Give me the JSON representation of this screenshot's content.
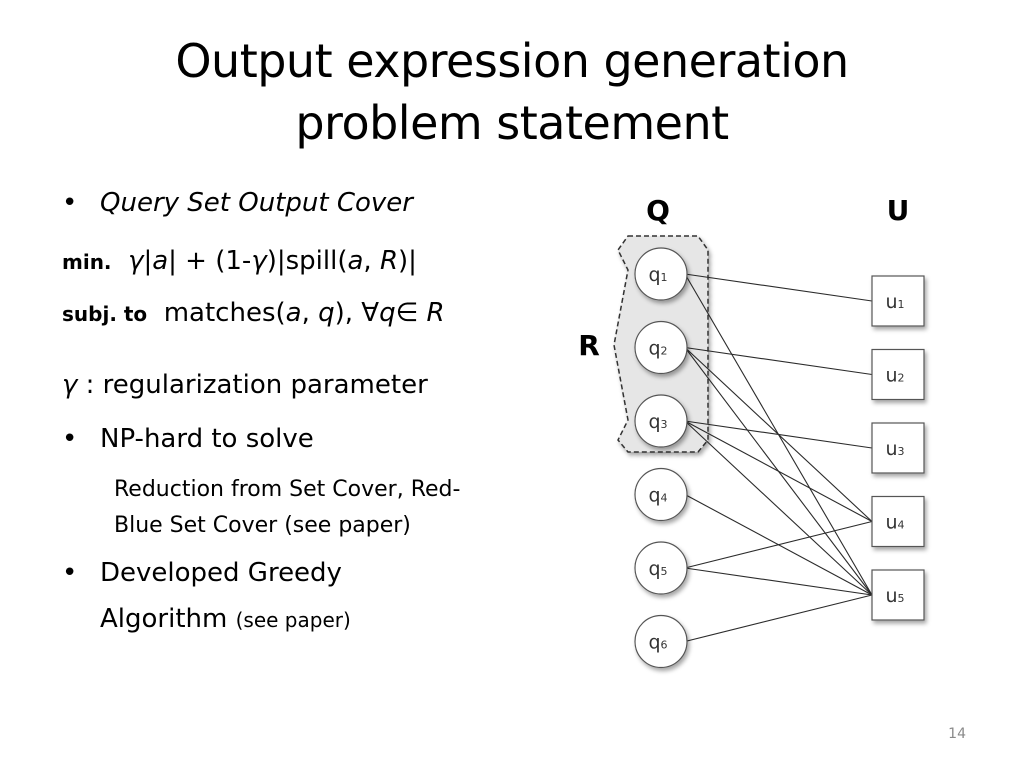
{
  "slide": {
    "title_line1": "Output expression generation",
    "title_line2": "problem statement",
    "page_number": "14"
  },
  "content": {
    "bullet1": "Query Set Output Cover",
    "min_label": "min.",
    "min_expr": "γ|a| + (1-γ)|spill(a, R)|",
    "subj_label": "subj. to",
    "subj_expr": "matches(a, q), ∀q∈ R",
    "gamma_line": "γ : regularization parameter",
    "bullet2": "NP-hard to solve",
    "sub1_line1": "Reduction from Set Cover, Red-",
    "sub1_line2": "Blue Set Cover (see paper)",
    "bullet3_line1": "Developed Greedy",
    "bullet3_line2_main": "Algorithm",
    "bullet3_line2_small": "(see paper)"
  },
  "diagram": {
    "label_Q": "Q",
    "label_U": "U",
    "label_R": "R",
    "q_nodes": [
      {
        "name": "q",
        "sub": "1"
      },
      {
        "name": "q",
        "sub": "2"
      },
      {
        "name": "q",
        "sub": "3"
      },
      {
        "name": "q",
        "sub": "4"
      },
      {
        "name": "q",
        "sub": "5"
      },
      {
        "name": "q",
        "sub": "6"
      }
    ],
    "u_nodes": [
      {
        "name": "u",
        "sub": "1"
      },
      {
        "name": "u",
        "sub": "2"
      },
      {
        "name": "u",
        "sub": "3"
      },
      {
        "name": "u",
        "sub": "4"
      },
      {
        "name": "u",
        "sub": "5"
      }
    ],
    "edges": [
      [
        1,
        1
      ],
      [
        1,
        5
      ],
      [
        2,
        2
      ],
      [
        2,
        4
      ],
      [
        2,
        5
      ],
      [
        3,
        3
      ],
      [
        3,
        4
      ],
      [
        3,
        5
      ],
      [
        4,
        5
      ],
      [
        5,
        4
      ],
      [
        5,
        5
      ],
      [
        6,
        5
      ]
    ]
  }
}
